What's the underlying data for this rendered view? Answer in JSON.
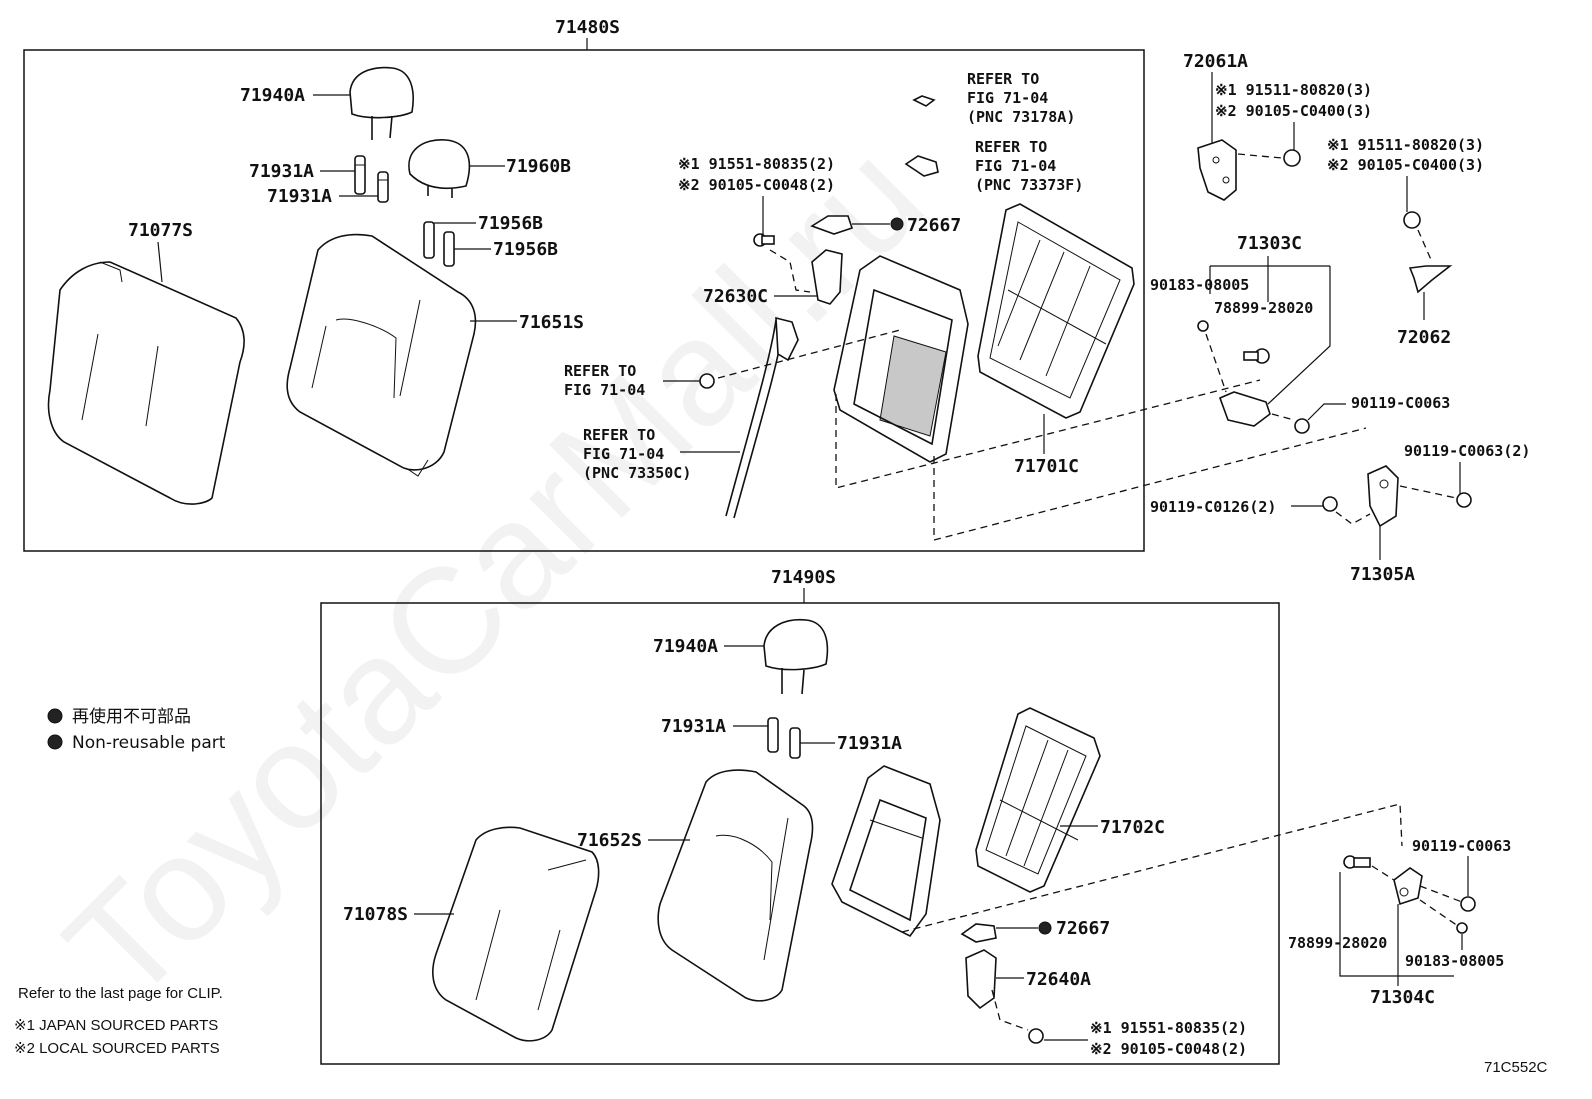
{
  "watermark": "ToyotaCarMall.ru",
  "figure_code": "71C552C",
  "assemblies": {
    "upper": "71480S",
    "lower": "71490S"
  },
  "upper_labels": {
    "headrest": "71940A",
    "guide_a1": "71931A",
    "guide_a2": "71931A",
    "headrest_center": "71960B",
    "guide_b1": "71956B",
    "guide_b2": "71956B",
    "cover": "71077S",
    "pad": "71651S",
    "hinge_cover": "72630C",
    "cap": "72667",
    "frame": "71701C",
    "refer_a": [
      "REFER TO",
      "FIG 71-04",
      "(PNC 73178A)"
    ],
    "refer_b": [
      "REFER TO",
      "FIG 71-04",
      "(PNC 73373F)"
    ],
    "refer_c": [
      "REFER TO",
      "FIG 71-04"
    ],
    "refer_d": [
      "REFER TO",
      "FIG 71-04",
      "(PNC 73350C)"
    ],
    "bolt_1": "※1 91551-80835(2)",
    "bolt_2": "※2 90105-C0048(2)"
  },
  "right_labels": {
    "hinge_upper": "72061A",
    "bolt_a1": "※1 91511-80820(3)",
    "bolt_a2": "※2 90105-C0400(3)",
    "bolt_b1": "※1 91511-80820(3)",
    "bolt_b2": "※2 90105-C0400(3)",
    "hinge_lower": "72062",
    "hinge_sub": "71303C",
    "nut": "90183-08005",
    "collar": "78899-28020",
    "bolt_c": "90119-C0063",
    "bolt_d": "90119-C0063(2)",
    "bolt_e": "90119-C0126(2)",
    "hinge_sub_b": "71305A"
  },
  "lower_labels": {
    "headrest": "71940A",
    "guide_a1": "71931A",
    "guide_a2": "71931A",
    "pad": "71652S",
    "cover": "71078S",
    "frame": "71702C",
    "cap": "72667",
    "hinge_cover": "72640A",
    "bolt_1": "※1 91551-80835(2)",
    "bolt_2": "※2 90105-C0048(2)",
    "bolt_c": "90119-C0063",
    "collar": "78899-28020",
    "nut": "90183-08005",
    "hinge_sub": "71304C"
  },
  "legend": {
    "line_jp": "再使用不可部品",
    "line_en": "Non-reusable part"
  },
  "notes": {
    "clip": "Refer to the last page for CLIP.",
    "japan": "※1 JAPAN SOURCED PARTS",
    "local": "※2 LOCAL SOURCED PARTS"
  }
}
